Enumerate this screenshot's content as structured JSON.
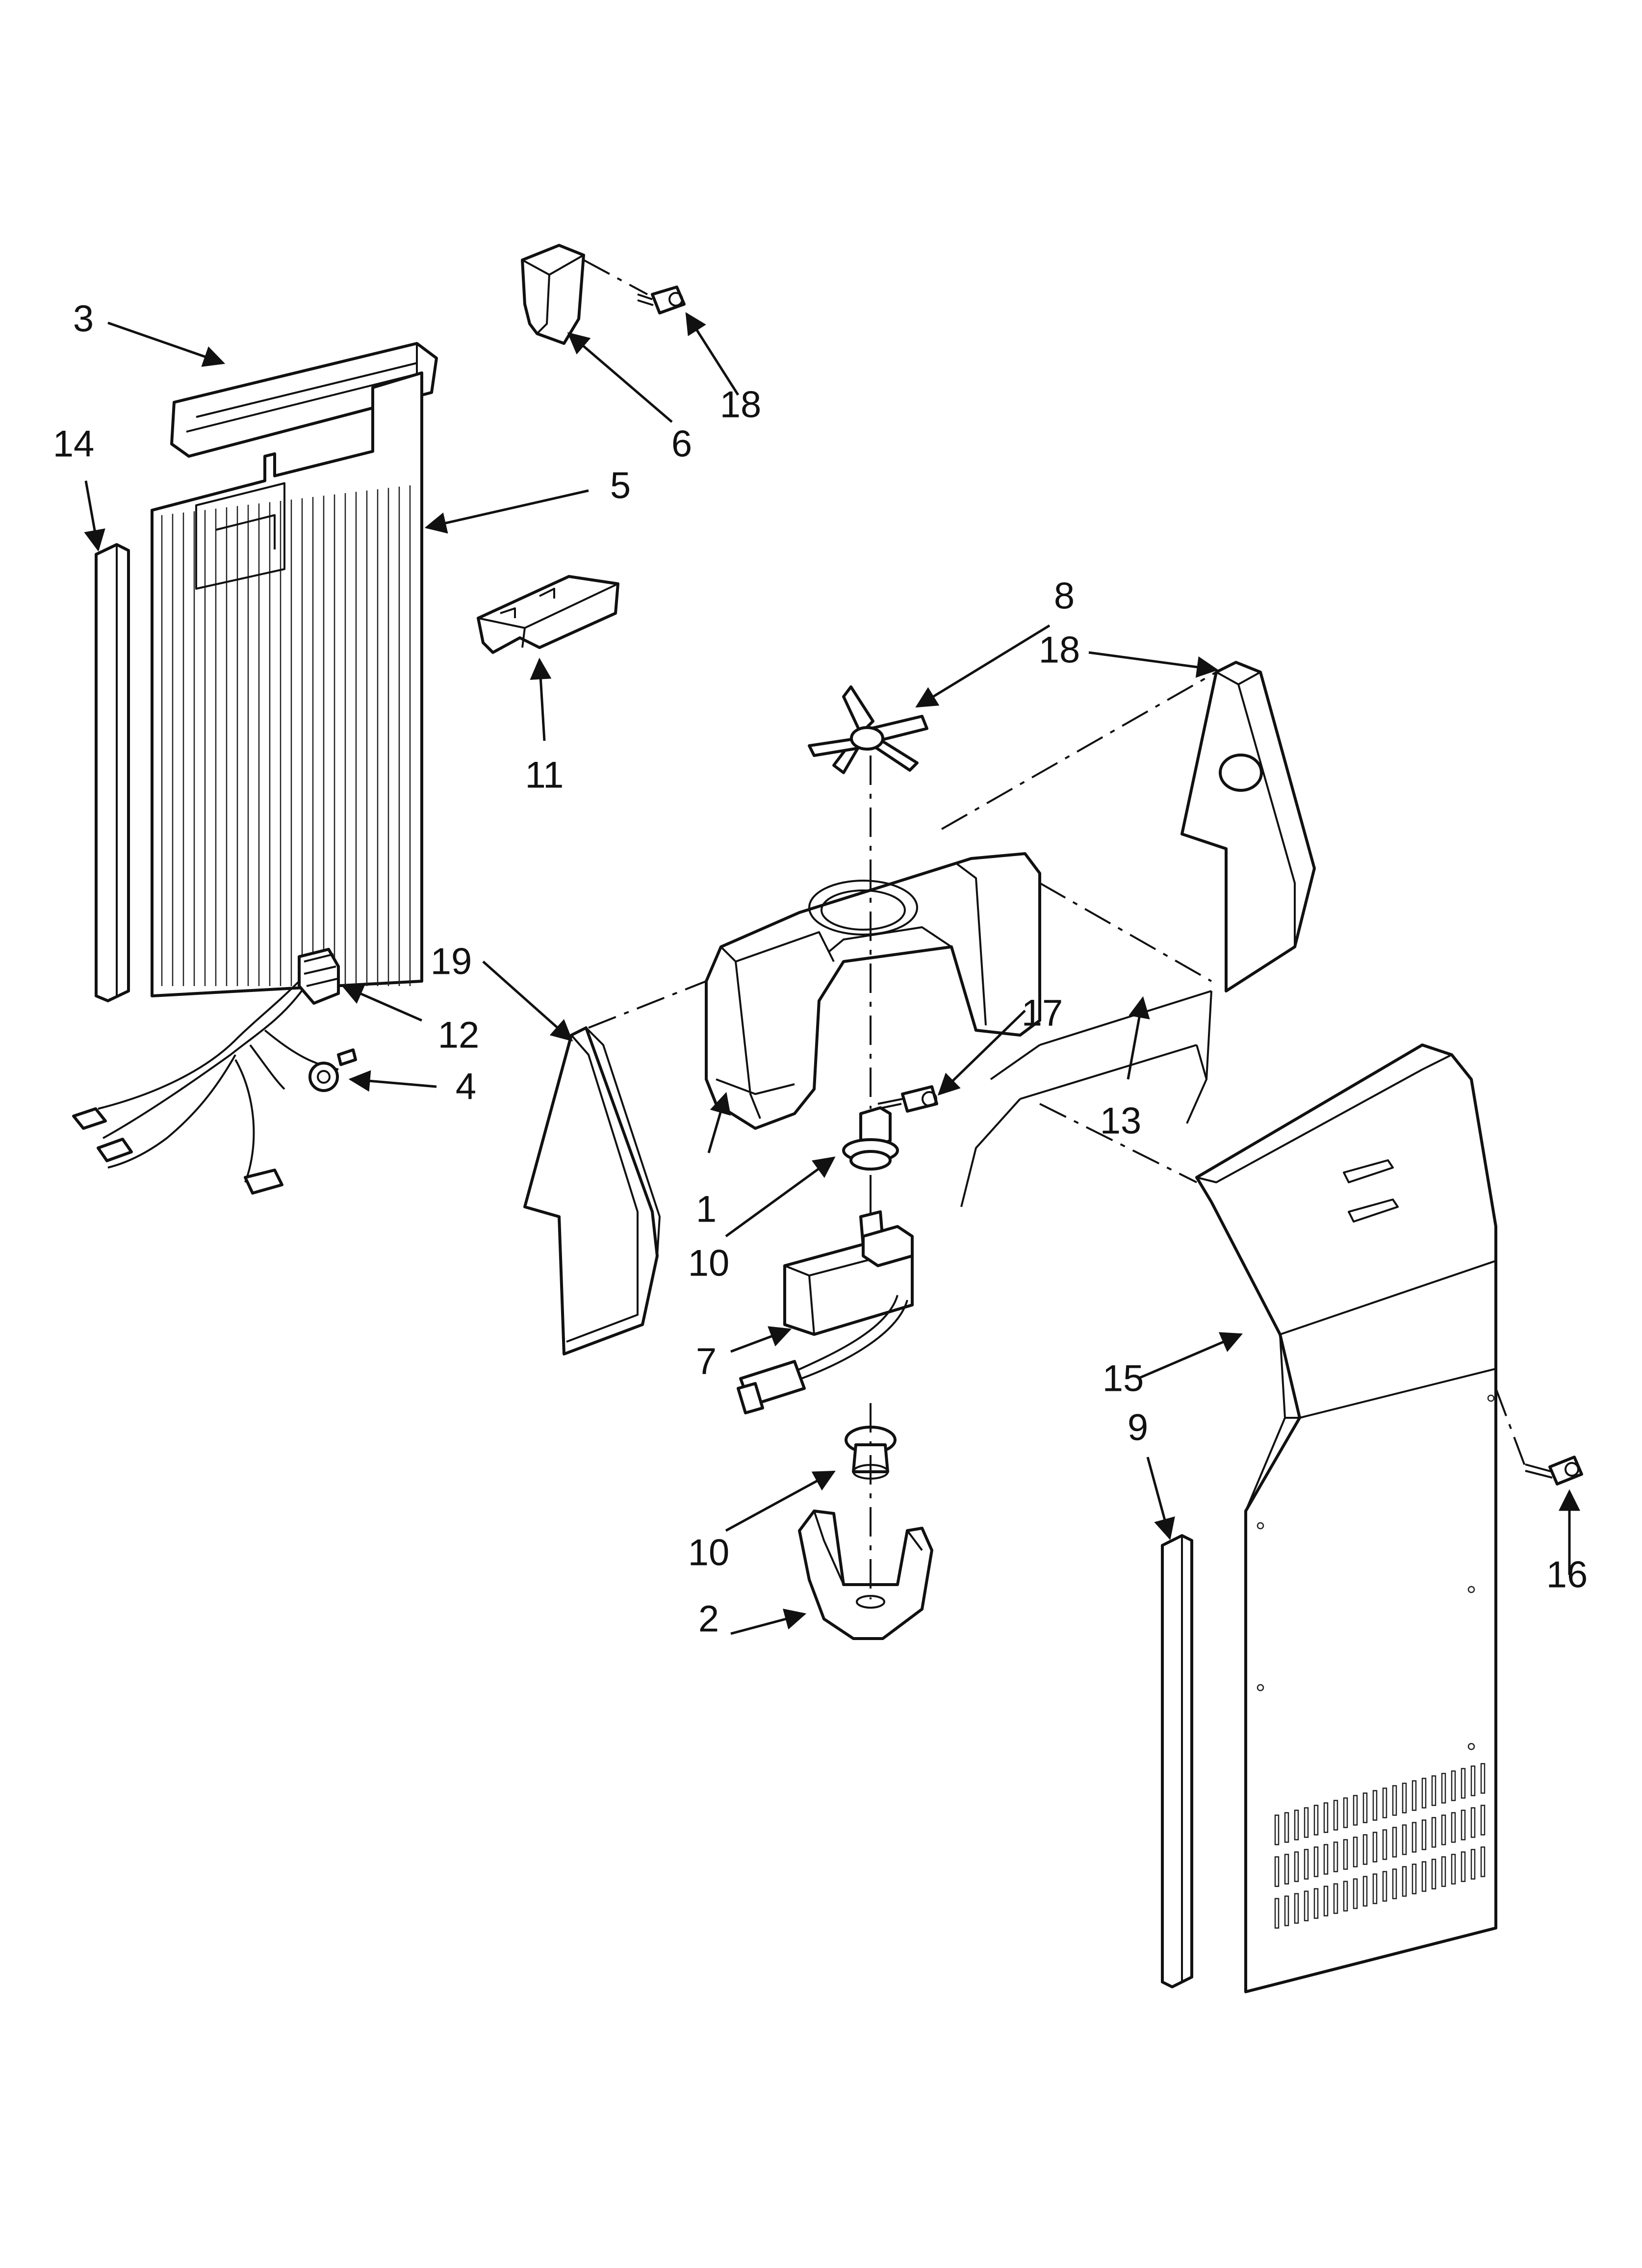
{
  "callouts": {
    "c1": "1",
    "c2": "2",
    "c3": "3",
    "c4": "4",
    "c5": "5",
    "c6": "6",
    "c7": "7",
    "c8": "8",
    "c9": "9",
    "c10a": "10",
    "c10b": "10",
    "c11": "11",
    "c12": "12",
    "c13": "13",
    "c14": "14",
    "c15": "15",
    "c16": "16",
    "c17": "17",
    "c18a": "18",
    "c18b": "18",
    "c19": "19"
  }
}
